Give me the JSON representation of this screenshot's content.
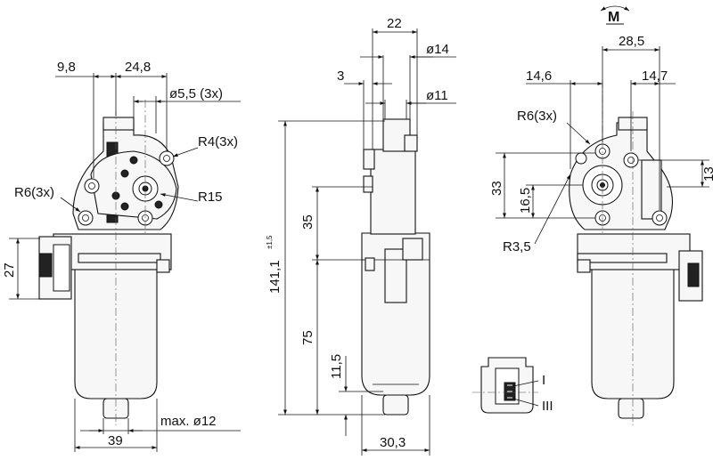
{
  "motor_symbol": "M",
  "front_view": {
    "dim_left_offset": "9,8",
    "dim_hole_spacing": "24,8",
    "dim_hole_dia": "ø5,5 (3x)",
    "label_r4": "R4(3x)",
    "label_r6": "R6(3x)",
    "label_r15": "R15",
    "dim_connector_height": "27",
    "dim_shaft_dia": "max. ø12",
    "dim_body_width": "39"
  },
  "side_view": {
    "dim_top_width": "22",
    "dim_dia14": "ø14",
    "dim_3": "3",
    "dim_dia11": "ø11",
    "dim_total_length": "141,1",
    "dim_total_tolerance": "±1,5",
    "dim_35": "35",
    "dim_75": "75",
    "dim_11_5": "11,5",
    "dim_width_bottom": "30,3"
  },
  "rear_view": {
    "dim_28_5": "28,5",
    "dim_14_6": "14,6",
    "dim_14_7": "14,7",
    "label_r6": "R6(3x)",
    "dim_33": "33",
    "dim_16_5": "16,5",
    "dim_13": "13",
    "label_r3_5": "R3,5"
  },
  "connector_detail": {
    "pin_1": "I",
    "pin_3": "III"
  }
}
